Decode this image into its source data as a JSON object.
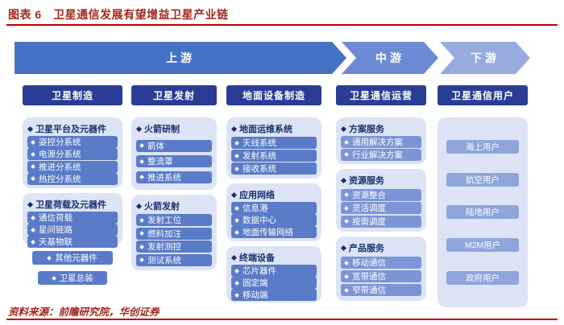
{
  "figure": {
    "title": "图表 6　卫星通信发展有望增益卫星产业链",
    "source_label": "资料来源：",
    "source_names": "前瞻研究院，华创证券"
  },
  "stages": {
    "up": "上游",
    "mid": "中游",
    "down": "下游"
  },
  "columns": {
    "c1": {
      "header": "卫星制造",
      "g1": {
        "title": "卫星平台及元器件",
        "items": [
          "姿控分系统",
          "电源分系统",
          "推进分系统",
          "热控分系统"
        ]
      },
      "g2": {
        "title": "卫星荷载及元器件",
        "items": [
          "通信荷载",
          "星间链路",
          "天基物联"
        ]
      },
      "s1": "其他元器件",
      "s2": "卫星总装"
    },
    "c2": {
      "header": "卫星发射",
      "g1": {
        "title": "火箭研制",
        "items": [
          "箭体",
          "整流罩",
          "推进系统"
        ]
      },
      "g2": {
        "title": "火箭发射",
        "items": [
          "发射工位",
          "燃料加注",
          "发射测控",
          "测试系统"
        ]
      }
    },
    "c3": {
      "header": "地面设备制造",
      "g1": {
        "title": "地面运维系统",
        "items": [
          "天线系统",
          "发射系统",
          "接收系统"
        ]
      },
      "g2": {
        "title": "应用网络",
        "items": [
          "信息港",
          "数据中心",
          "地面传输网络"
        ]
      },
      "g3": {
        "title": "终端设备",
        "items": [
          "芯片器件",
          "固定端",
          "移动端"
        ]
      }
    },
    "c4": {
      "header": "卫星通信运营",
      "g1": {
        "title": "方案服务",
        "items": [
          "通用解决方案",
          "行业解决方案"
        ]
      },
      "g2": {
        "title": "资源服务",
        "items": [
          "资源整合",
          "灵活调度",
          "按需调度"
        ]
      },
      "g3": {
        "title": "产品服务",
        "items": [
          "移动通信",
          "宽带通信",
          "窄带通信"
        ]
      }
    },
    "c5": {
      "header": "卫星通信用户",
      "items": [
        "海上用户",
        "航空用户",
        "陆地用户",
        "M2M用户",
        "政府用户"
      ]
    }
  },
  "colors": {
    "title_red": "#A0281E",
    "rule_red": "#C00000",
    "header_navy": "#2A3D96",
    "group_bg": "#DCE4F6",
    "chip_blue": "#5A7BC8",
    "chip_blue_mid": "#7D95D6",
    "chip_blue_light": "#8FA5DB",
    "arrow_up": "#4472C4",
    "arrow_mid": "#6D8BD4",
    "arrow_down": "#97ABDF"
  }
}
